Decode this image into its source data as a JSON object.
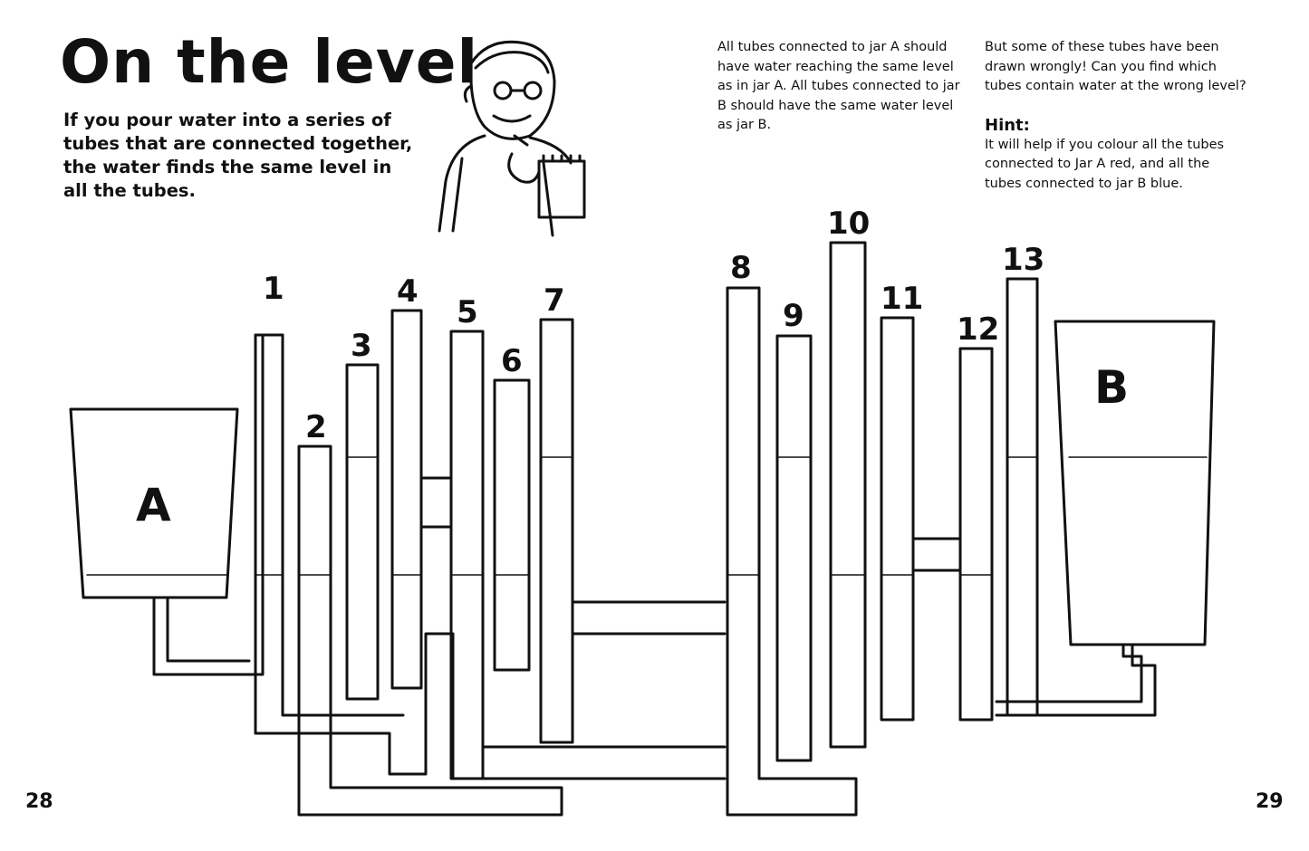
{
  "title": "On the level",
  "intro": "If you pour water into a series of tubes that are connected together, the water finds the same level in all the tubes.",
  "instructions": {
    "p1": "All tubes connected to jar A should have water reaching the same level as in jar A. All tubes connected to jar B should have the same water level as jar B.",
    "p2": "But some of these tubes have been drawn wrongly! Can you find which tubes contain water at the wrong level?"
  },
  "hint": {
    "heading": "Hint:",
    "text": "It will help if you colour all the tubes connected to Jar A red, and all the tubes connected to jar B blue."
  },
  "jars": {
    "a": "A",
    "b": "B"
  },
  "tubes": [
    "1",
    "2",
    "3",
    "4",
    "5",
    "6",
    "7",
    "8",
    "9",
    "10",
    "11",
    "12",
    "13"
  ],
  "page_numbers": {
    "left": "28",
    "right": "29"
  }
}
